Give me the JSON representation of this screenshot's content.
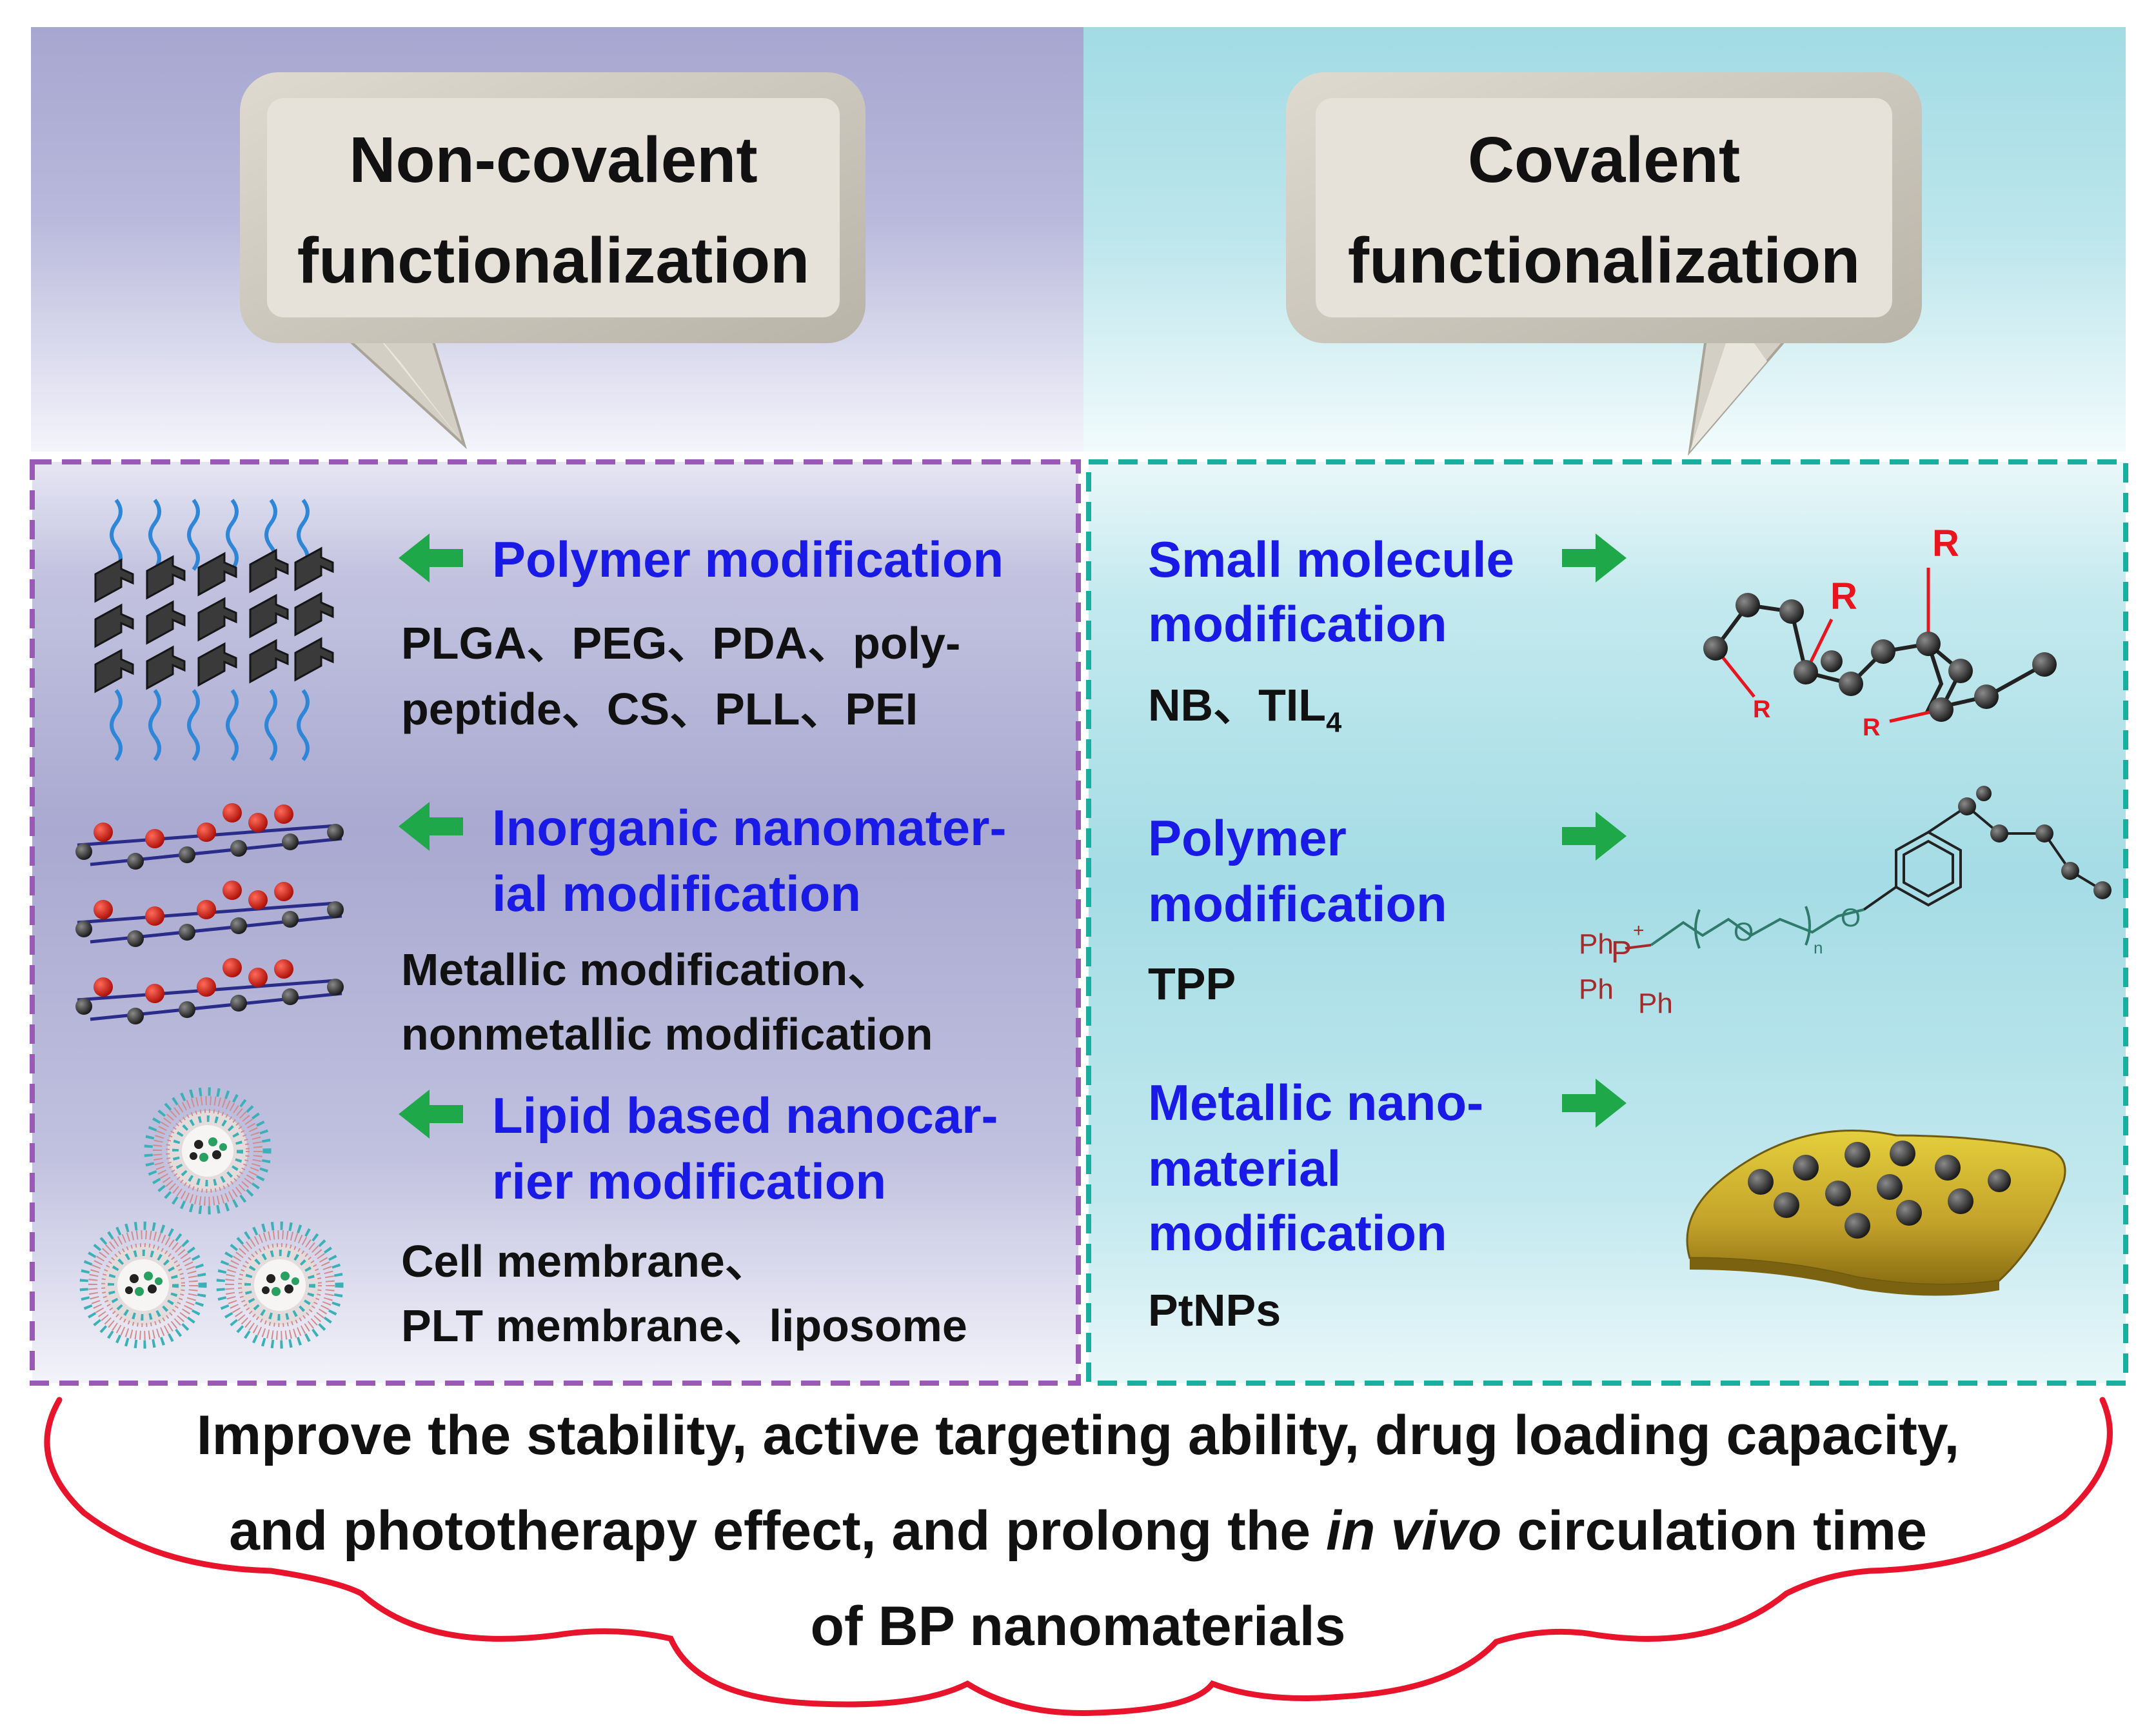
{
  "left_panel": {
    "title_line1": "Non-covalent",
    "title_line2": "functionalization",
    "items": [
      {
        "heading": [
          "Polymer modification"
        ],
        "detail": [
          "PLGA、PEG、PDA、poly-",
          "peptide、CS、PLL、PEI"
        ]
      },
      {
        "heading": [
          "Inorganic nanomater-",
          "ial modification"
        ],
        "detail": [
          "Metallic modification、",
          "nonmetallic modification"
        ]
      },
      {
        "heading": [
          "Lipid based nanocar-",
          "rier modification"
        ],
        "detail": [
          "Cell membrane、",
          "PLT membrane、liposome"
        ]
      }
    ]
  },
  "right_panel": {
    "title_line1": "Covalent",
    "title_line2": "functionalization",
    "items": [
      {
        "heading": [
          "Small molecule",
          "modification"
        ],
        "detail": [
          "NB、TIL",
          "4"
        ]
      },
      {
        "heading": [
          "Polymer",
          "modification"
        ],
        "detail": [
          "TPP"
        ]
      },
      {
        "heading": [
          "Metallic nano-",
          "material",
          "modification"
        ],
        "detail": [
          "PtNPs"
        ]
      }
    ],
    "molecule_labels": {
      "r": "R",
      "ph": "Ph",
      "p": "P",
      "o": "O",
      "n": "n"
    }
  },
  "bottom": {
    "line1": "Improve the stability, active targeting ability, drug loading capacity,",
    "line2_a": "and phototherapy effect, and prolong the ",
    "line2_italic": "in vivo",
    "line2_b": " circulation time",
    "line3": "of BP nanomaterials"
  },
  "colors": {
    "left_panel": "#aaaad2",
    "right_panel": "#a7dde5",
    "left_border": "#9b59b6",
    "right_border": "#1aae9f",
    "blue_text": "#1a1ae6",
    "arrow_green": "#1ea84a",
    "cloud_red": "#e8142c",
    "r_label_red": "#e8141e",
    "ph_label": "#a52a2a"
  }
}
